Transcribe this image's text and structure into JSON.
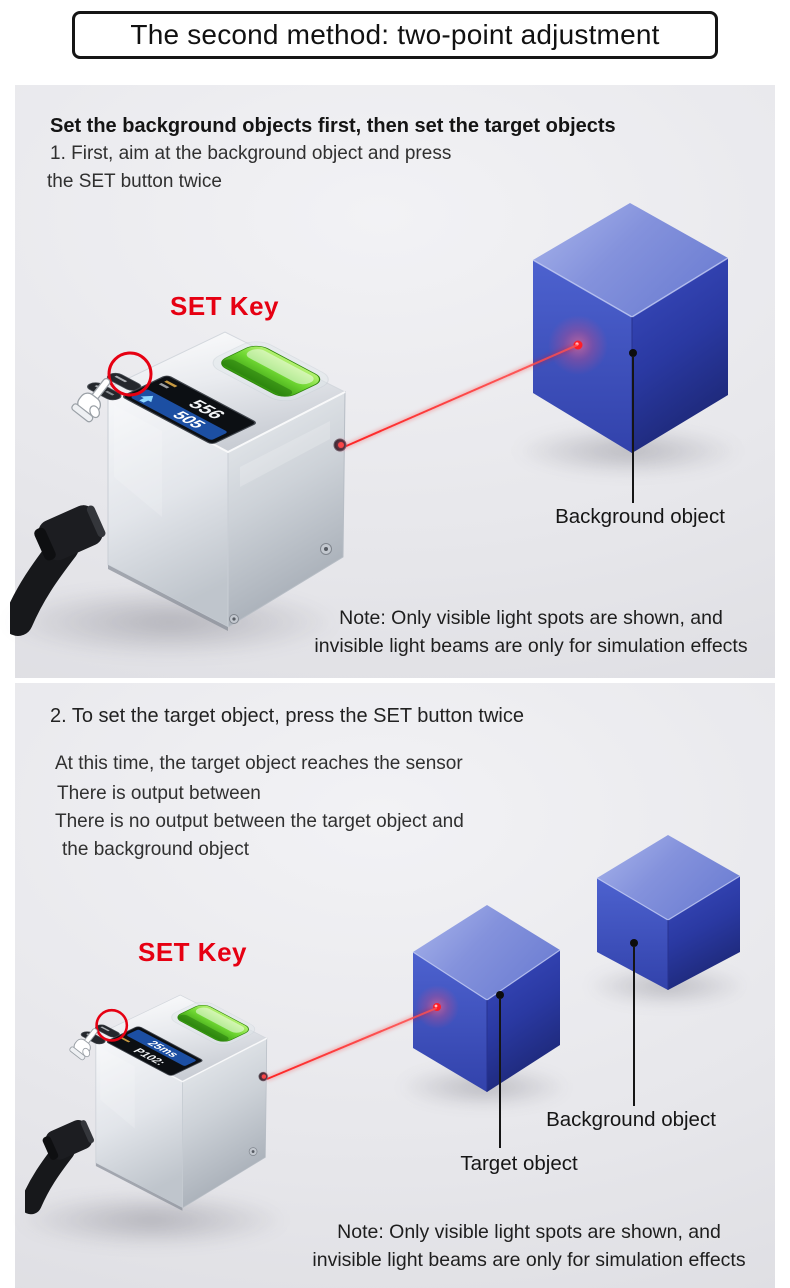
{
  "title": "The second method: two-point adjustment",
  "section1": {
    "heading": "Set the background objects first, then set the target objects",
    "step_line1": "1. First, aim at the background object and press",
    "step_line2": "the SET button twice",
    "set_key": "SET Key",
    "display": {
      "row1": "556",
      "row2": "505"
    },
    "background_label": "Background object",
    "note_line1": "Note: Only visible light spots are shown, and",
    "note_line2": "invisible light beams are only for simulation effects"
  },
  "section2": {
    "step": "2. To set the target object, press the SET button twice",
    "desc1": "At this time, the target object reaches the sensor",
    "desc2": "There is output between",
    "desc3": "There is no output between the target object and",
    "desc4": "the background object",
    "set_key": "SET Key",
    "display": {
      "row1": "25ms",
      "row2": "P102:"
    },
    "target_label": "Target object",
    "background_label": "Background object",
    "note_line1": "Note: Only visible light spots are shown, and",
    "note_line2": "invisible light beams are only for simulation effects"
  },
  "colors": {
    "accent_red": "#e60012",
    "cube_blue": "#3f51c4",
    "button_green": "#52c41a"
  }
}
